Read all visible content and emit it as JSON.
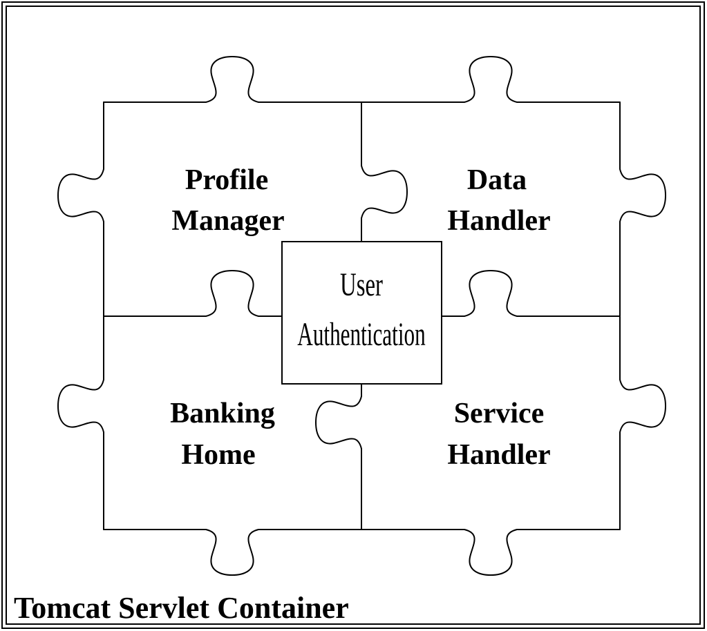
{
  "container": {
    "label": "Tomcat Servlet Container"
  },
  "pieces": {
    "profile_manager": {
      "line1": "Profile",
      "line2": "Manager"
    },
    "data_handler": {
      "line1": "Data",
      "line2": "Handler"
    },
    "banking_home": {
      "line1": "Banking",
      "line2": "Home"
    },
    "service_handler": {
      "line1": "Service",
      "line2": "Handler"
    }
  },
  "center": {
    "line1": "User",
    "line2": "Authentication"
  },
  "colors": {
    "stroke": "#000000",
    "background": "#ffffff"
  }
}
